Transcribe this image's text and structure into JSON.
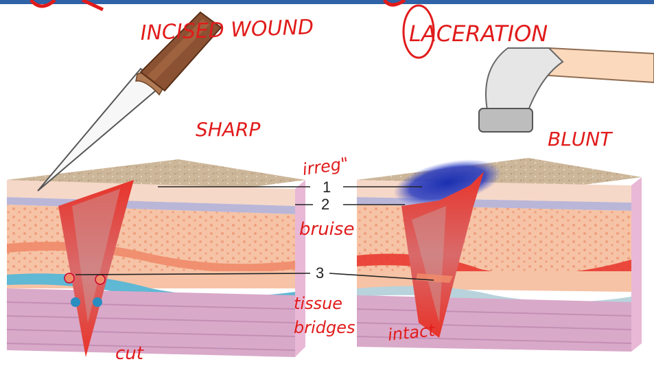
{
  "annotations": {
    "incised_wound": "INCISED WOUND",
    "laceration": "LACERATION",
    "sharp": "SHARP",
    "blunt": "BLUNT",
    "irreg": "irreg\"",
    "bruise": "bruise",
    "tissue": "tissue",
    "bridges": "bridges",
    "intact": "intact",
    "cut": "cut"
  },
  "labels": {
    "one": "1",
    "two": "2",
    "three": "3"
  },
  "colors": {
    "ink_red": "#e11b1b",
    "ink_black": "#1a1a1a",
    "header_bar": "#2f62a6",
    "wound_red": "#e8332a",
    "bruise_blue": "#1a2fb0",
    "epidermis": "#cdb79a",
    "fat": "#f3b08f",
    "vessel_blue": "#5fb8d4",
    "muscle": "#d9a9c9"
  }
}
